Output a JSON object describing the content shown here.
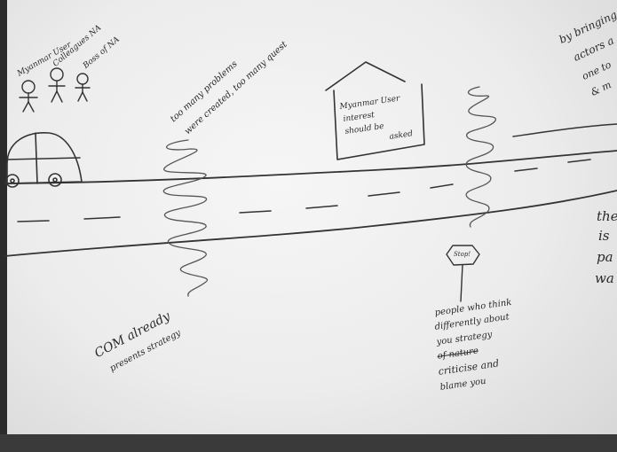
{
  "image": {
    "labels": {
      "person1": "Myanmar User",
      "person2": "Colleagues NA",
      "person3": "Boss of NA",
      "too_many_1": "too many problems",
      "too_many_2": "were created, too many quest",
      "house_1": "Myanmar User",
      "house_2": "interest",
      "house_3": "should be",
      "house_4": "asked",
      "com_1": "COM already",
      "com_2": "presents strategy",
      "stop_sign": "Stop!",
      "people_1": "people who think",
      "people_2": "differently about",
      "people_3": "you strategy",
      "people_4": "of nature",
      "people_5": "criticise and",
      "people_6": "blame you",
      "bringing_1": "by bringing",
      "bringing_2": "actors a",
      "bringing_3": "one to",
      "bringing_4": "& m",
      "right_1": "the",
      "right_2": "is",
      "right_3": "pa",
      "right_4": "wa"
    }
  }
}
